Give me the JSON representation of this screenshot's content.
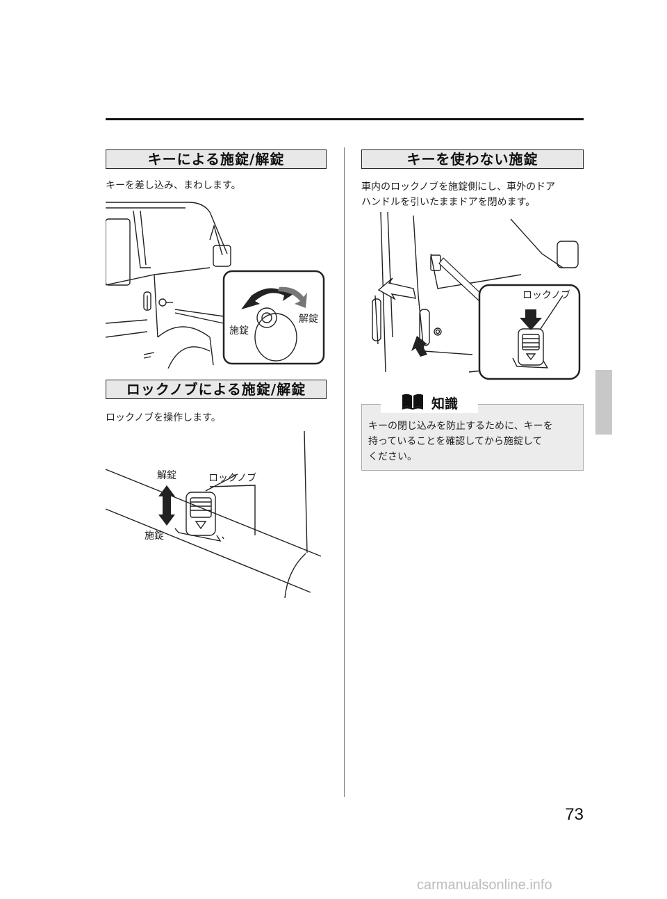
{
  "sections": {
    "key_lock": {
      "heading": "キーによる施錠/解錠",
      "body": "キーを差し込み、まわします。",
      "label_lock": "施錠",
      "label_unlock": "解錠"
    },
    "knob_lock": {
      "heading": "ロックノブによる施錠/解錠",
      "body": "ロックノブを操作します。",
      "label_unlock": "解錠",
      "label_knob": "ロックノブ",
      "label_lock": "施錠"
    },
    "keyless_lock": {
      "heading": "キーを使わない施錠",
      "body_line1": "車内のロックノブを施錠側にし、車外のドア",
      "body_line2": "ハンドルを引いたままドアを閉めます。",
      "label_knob": "ロックノブ"
    }
  },
  "note": {
    "title": "知識",
    "icon": "book-icon",
    "line1": "キーの閉じ込みを防止するために、キーを",
    "line2": "持っていることを確認してから施錠して",
    "line3": "ください。"
  },
  "page_number": "73",
  "watermark": "carmanualsonline.info"
}
